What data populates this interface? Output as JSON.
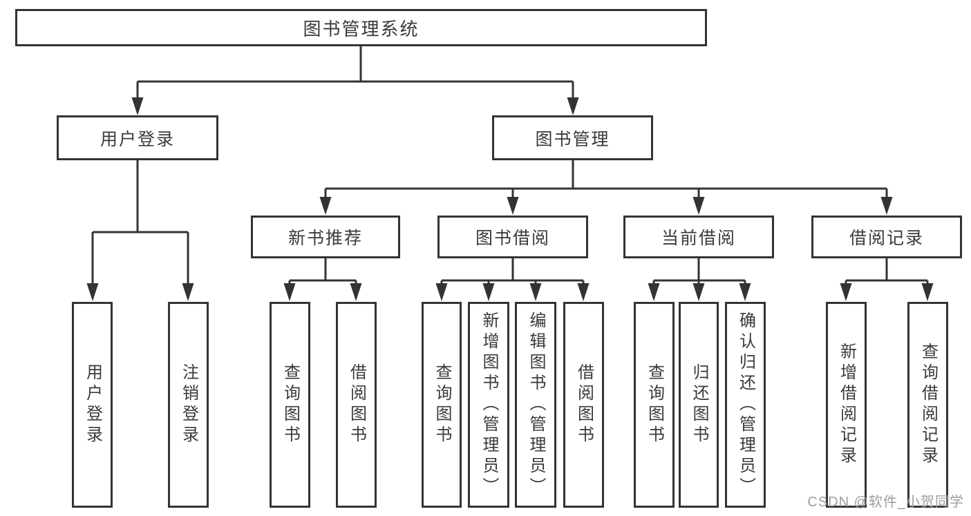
{
  "tree": {
    "label": "图书管理系统",
    "children": [
      {
        "label": "用户登录",
        "children": [
          {
            "label": "用户登录"
          },
          {
            "label": "注销登录"
          }
        ]
      },
      {
        "label": "图书管理",
        "children": [
          {
            "label": "新书推荐",
            "children": [
              {
                "label": "查询图书"
              },
              {
                "label": "借阅图书"
              }
            ]
          },
          {
            "label": "图书借阅",
            "children": [
              {
                "label": "查询图书"
              },
              {
                "label": "新增图书（管理员）"
              },
              {
                "label": "编辑图书（管理员）"
              },
              {
                "label": "借阅图书"
              }
            ]
          },
          {
            "label": "当前借阅",
            "children": [
              {
                "label": "查询图书"
              },
              {
                "label": "归还图书"
              },
              {
                "label": "确认归还（管理员）"
              }
            ]
          },
          {
            "label": "借阅记录",
            "children": [
              {
                "label": "新增借阅记录"
              },
              {
                "label": "查询借阅记录"
              }
            ]
          }
        ]
      }
    ]
  },
  "watermark": {
    "text": "CSDN @软件_小贺同学"
  },
  "colors": {
    "line": "#333333",
    "border": "#333333",
    "text": "#3a3a3a",
    "watermark": "#9e9e9e",
    "background": "#ffffff"
  }
}
